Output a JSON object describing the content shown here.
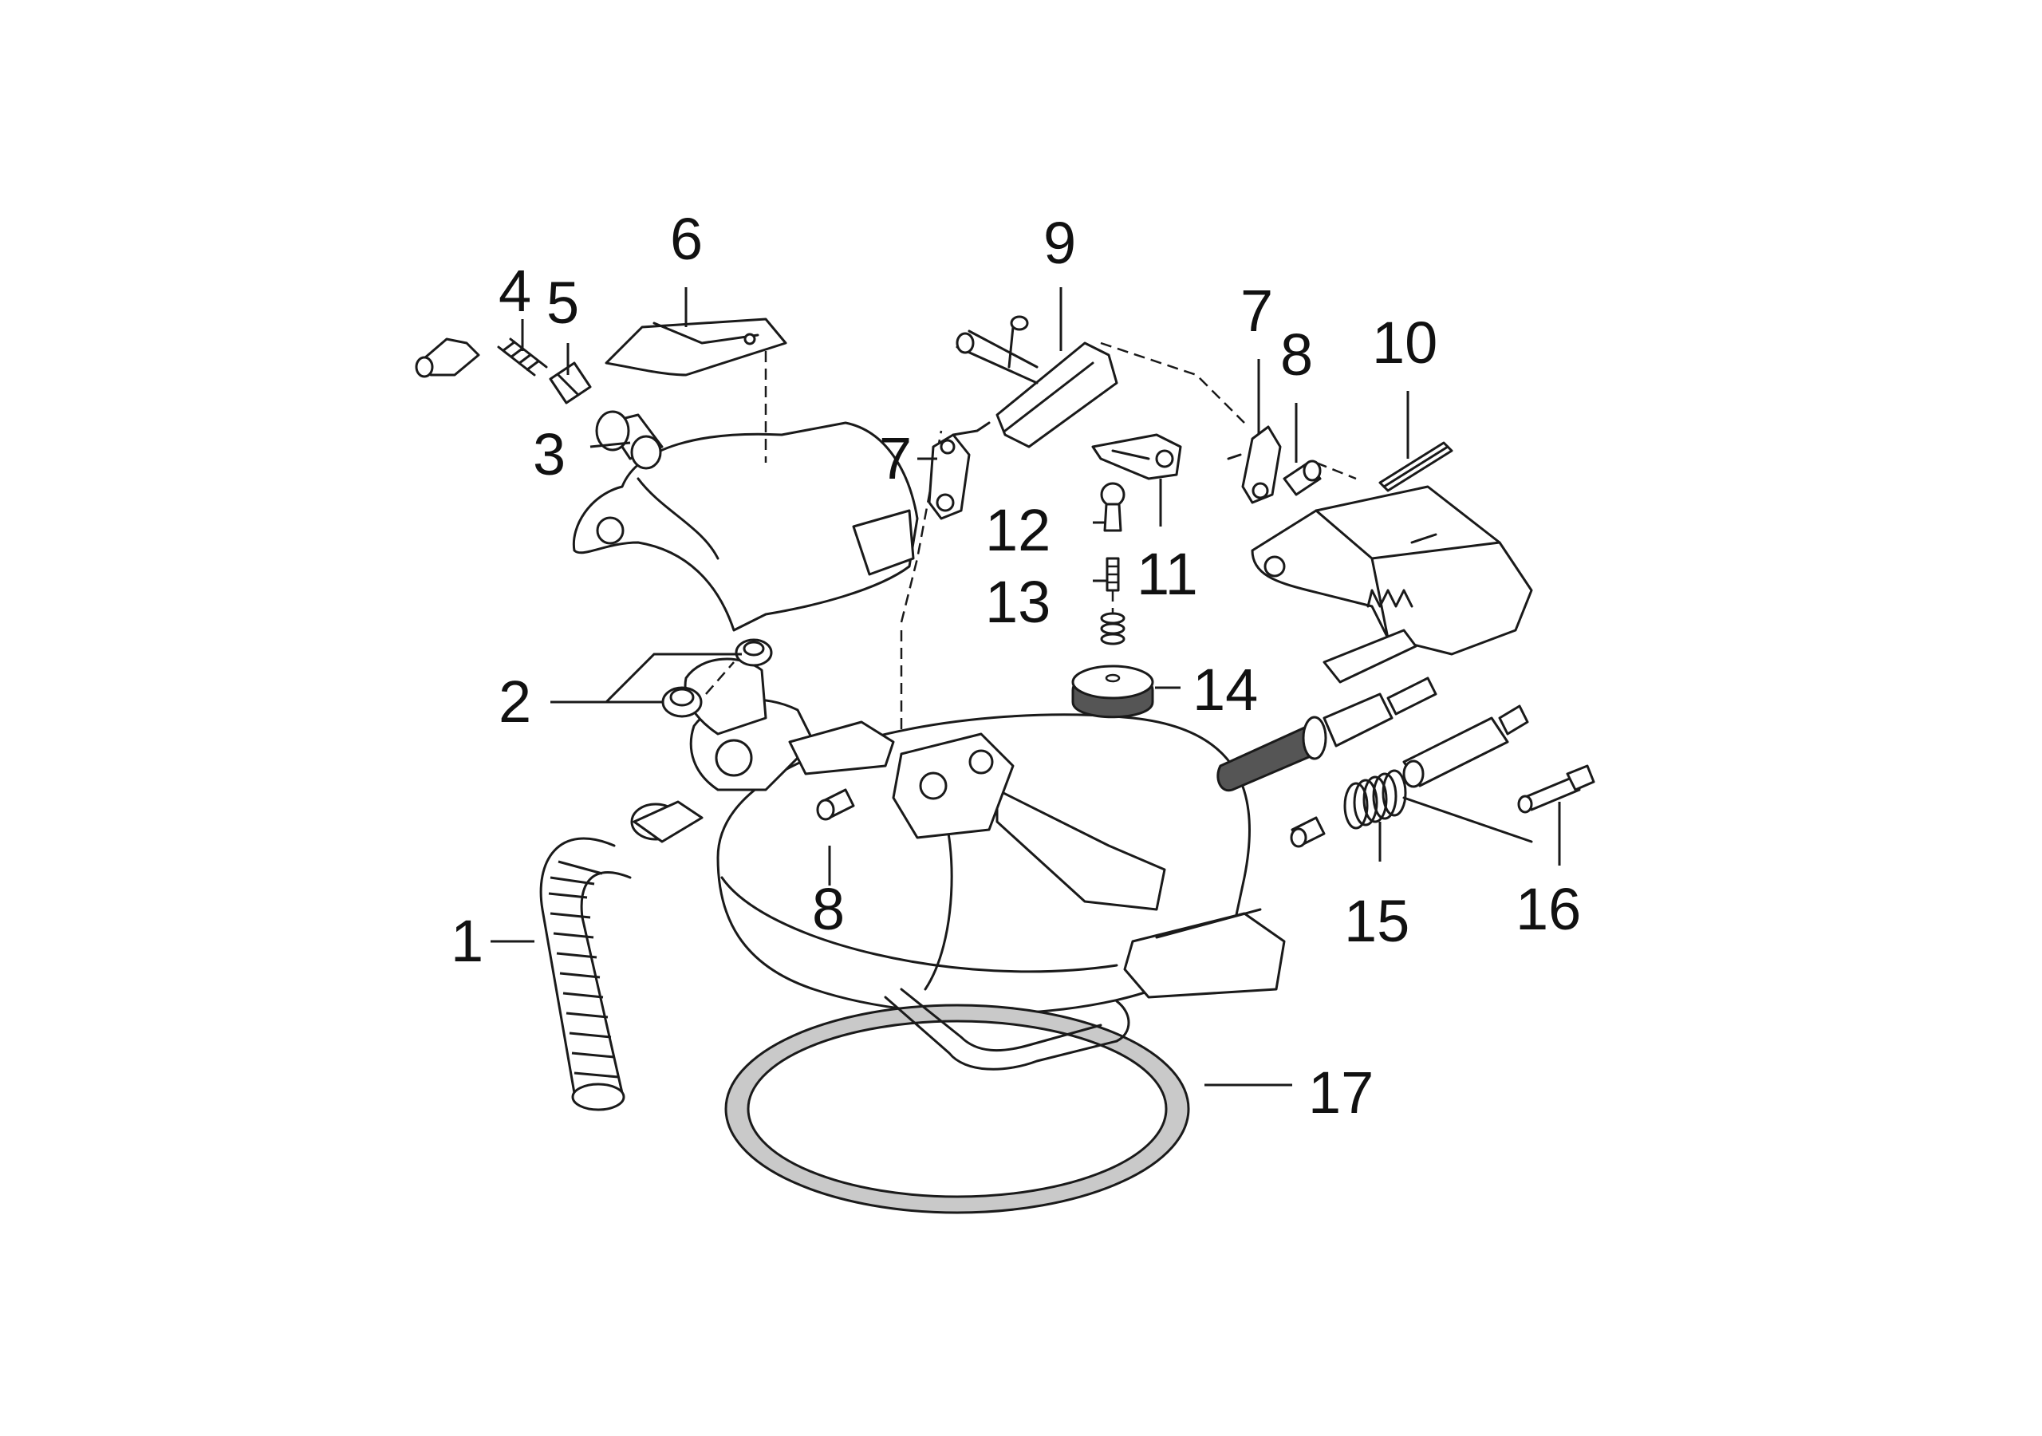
{
  "callouts": {
    "c1": "1",
    "c2": "2",
    "c3": "3",
    "c4": "4",
    "c5": "5",
    "c6": "6",
    "c7a": "7",
    "c7b": "7",
    "c8a": "8",
    "c8b": "8",
    "c9": "9",
    "c10": "10",
    "c11": "11",
    "c12": "12",
    "c13": "13",
    "c14": "14",
    "c15": "15",
    "c16": "16",
    "c17": "17"
  },
  "parts": {
    "hose": "corrugated-hose",
    "bushings": "bushing-pair",
    "sleeve": "cylinder-sleeve",
    "spring_fitting": "spring-fitting",
    "nozzle": "nozzle",
    "cover_plate": "cover-plate",
    "link": "link-plate",
    "pin": "pin",
    "bracket": "bracket-bar",
    "rod": "threaded-rod",
    "clevis": "clevis",
    "rod_end": "rod-end",
    "threaded_stud": "threaded-stud",
    "pad": "rubber-pad",
    "torsion_spring": "torsion-spring",
    "bolt": "bolt",
    "seal_ring": "seal-ring"
  },
  "colors": {
    "line": "#1a1a1a",
    "pad_fill": "#555555",
    "ring_fill": "#c9c9c9",
    "background": "#ffffff"
  }
}
